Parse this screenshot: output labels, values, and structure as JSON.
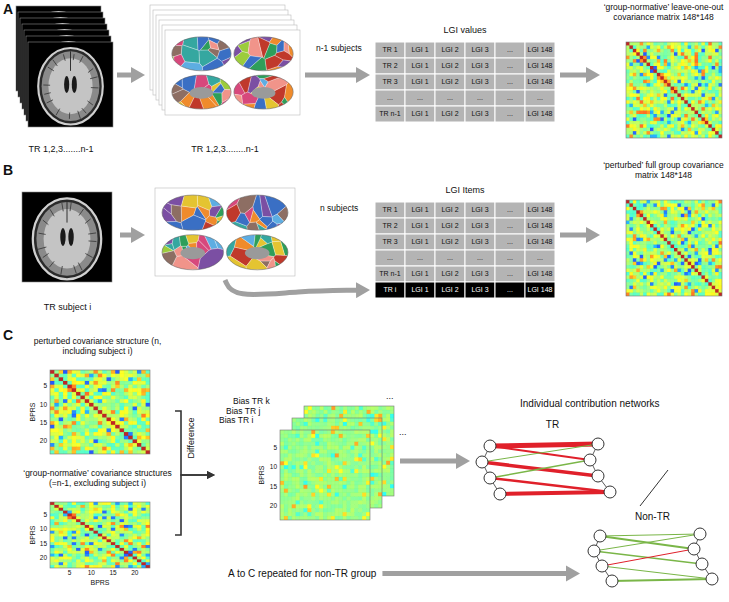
{
  "diagram": {
    "nodes": [
      {
        "text": [
          "TR 1,2,3.......n-1"
        ]
      },
      {
        "text": [
          "TR 1,2,3........n-1"
        ]
      },
      {
        "text": [
          "LGI values"
        ]
      },
      {
        "text": [
          "‘group-normative’ leave-one-out covariance matrix 148*148"
        ]
      },
      {
        "text": [
          "TR subject i"
        ]
      },
      {
        "text": []
      },
      {
        "text": [
          "LGI Items"
        ]
      },
      {
        "text": [
          "‘perturbed’ full group covariance matrix 148*148"
        ]
      },
      {
        "text": [
          "perturbed covariance structure (n, including subject i)"
        ]
      },
      {
        "text": [
          "‘group-normative’ covariance structures (=n-1, excluding subject i)"
        ]
      },
      {
        "text": [
          "Bias TR k",
          "Bias TR j",
          "Bias TR i"
        ]
      },
      {
        "text": [
          "TR"
        ]
      },
      {
        "text": [
          "Non-TR"
        ]
      }
    ],
    "edges": [
      {
        "from": 0,
        "to": 1,
        "arrow": "to"
      },
      {
        "from": 1,
        "to": 2,
        "arrow": "to"
      },
      {
        "from": 2,
        "to": 3,
        "arrow": "to"
      },
      {
        "from": 4,
        "to": 5,
        "arrow": "to"
      },
      {
        "from": 5,
        "to": 6,
        "arrow": "to"
      },
      {
        "from": 6,
        "to": 7,
        "arrow": "to"
      },
      {
        "from": 8,
        "to": 10,
        "arrow": "to"
      },
      {
        "from": 9,
        "to": 10,
        "arrow": "to"
      },
      {
        "from": 10,
        "to": 11,
        "arrow": "to"
      }
    ],
    "labels": [
      "A",
      "n-1 subjects",
      "TR 1",
      "LGI 1",
      "LGI 2",
      "LGI 3",
      "...",
      "LGI 148",
      "TR 2",
      "LGI 1",
      "LGI 2",
      "LGI 3",
      "...",
      "LGI 148",
      "TR 3",
      "LGI 1",
      "LGI 2",
      "LGI 3",
      "...",
      "LGI 148",
      "...",
      "...",
      "...",
      "...",
      "...",
      "...",
      "TR n-1",
      "LGI 1",
      "LGI 2",
      "LGI 3",
      "...",
      "LGI 148",
      "B",
      "n subjects",
      "TR 1",
      "LGI 1",
      "LGI 2",
      "LGI 3",
      "...",
      "LGI 148",
      "TR 2",
      "LGI 1",
      "LGI 2",
      "LGI 3",
      "...",
      "LGI 148",
      "TR 3",
      "LGI 1",
      "LGI 2",
      "LGI 3",
      "...",
      "LGI 148",
      "...",
      "...",
      "...",
      "...",
      "...",
      "...",
      "TR n-1",
      "LGI 1",
      "LGI 2",
      "LGI 3",
      "...",
      "LGI 148",
      "TR i",
      "LGI 1",
      "LGI 2",
      "LGI 3",
      "...",
      "LGI 148",
      "C",
      "5",
      "10",
      "15",
      "20",
      "BPRS",
      "5",
      "10",
      "15",
      "20",
      "5",
      "10",
      "15",
      "20",
      "BPRS",
      "BPRS",
      "Difference",
      "5",
      "10",
      "15",
      "20",
      "BPRS",
      "...",
      "...",
      "Individual contribution networks",
      "A to C repeated for non-TR group"
    ]
  }
}
